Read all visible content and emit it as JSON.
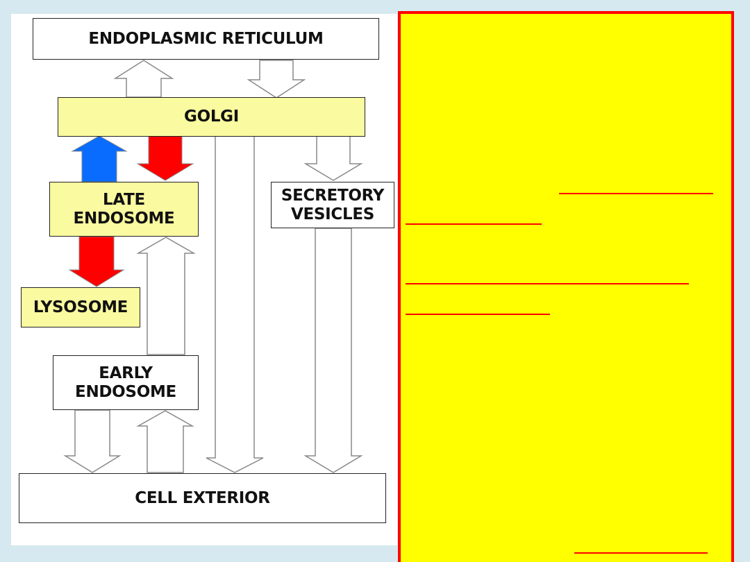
{
  "diagram": {
    "nodes": {
      "endoplasmic_reticulum": "ENDOPLASMIC RETICULUM",
      "golgi": "GOLGI",
      "late_endosome": "LATE\nENDOSOME",
      "secretory_vesicles": "SECRETORY\nVESICLES",
      "lysosome": "LYSOSOME",
      "early_endosome": "EARLY\nENDOSOME",
      "cell_exterior": "CELL EXTERIOR"
    },
    "colors": {
      "panel_background": "#d6e9f0",
      "box_white": "#ffffff",
      "box_cream": "#fafaa0",
      "arrow_outline": "#888888",
      "arrow_red": "#ff0000",
      "arrow_blue": "#0a6cff",
      "note_fill": "#ffff00",
      "note_border": "#ff0000"
    }
  }
}
